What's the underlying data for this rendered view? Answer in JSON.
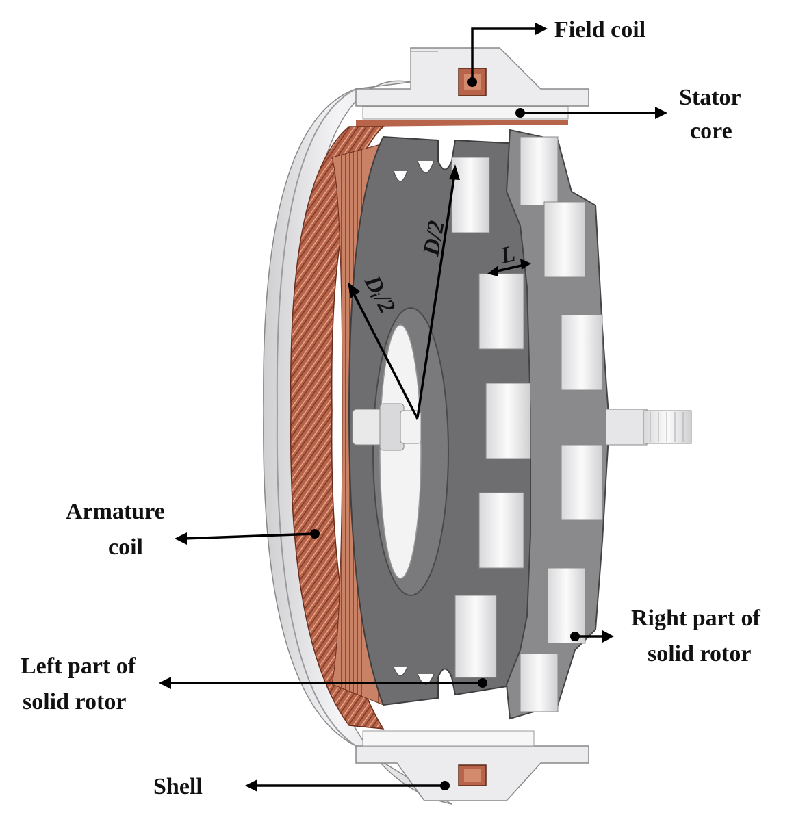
{
  "labels": {
    "field_coil": "Field coil",
    "stator_core_line1": "Stator",
    "stator_core_line2": "core",
    "armature_coil_line1": "Armature",
    "armature_coil_line2": "coil",
    "right_rotor_line1": "Right part of",
    "right_rotor_line2": "solid rotor",
    "left_rotor_line1": "Left part of",
    "left_rotor_line2": "solid rotor",
    "shell": "Shell"
  },
  "dimensions": {
    "outer_radius": "D/2",
    "inner_radius": "Dᵢ/2",
    "length": "L"
  },
  "colors": {
    "copper": "#b8644a",
    "copper_dark": "#7a3a28",
    "steel": "#6e6e70",
    "steel_dark": "#4a4a4c",
    "white_part": "#f2f2f2",
    "shell": "#e6e6e8"
  }
}
